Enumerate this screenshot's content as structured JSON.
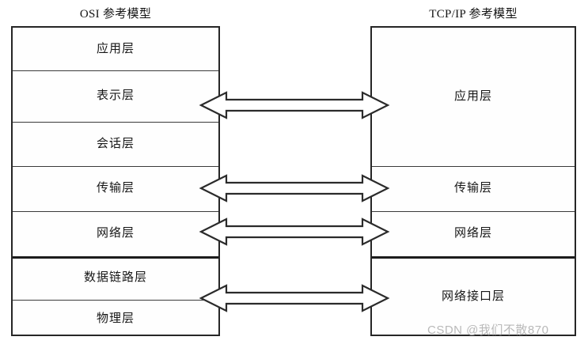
{
  "osi": {
    "title": "OSI 参考模型",
    "layers": [
      {
        "label": "应用层"
      },
      {
        "label": "表示层"
      },
      {
        "label": "会话层"
      },
      {
        "label": "传输层"
      },
      {
        "label": "网络层"
      },
      {
        "label": "数据链路层"
      },
      {
        "label": "物理层"
      }
    ]
  },
  "tcpip": {
    "title": "TCP/IP 参考模型",
    "layers": [
      {
        "label": "应用层"
      },
      {
        "label": "传输层"
      },
      {
        "label": "网络层"
      },
      {
        "label": "网络接口层"
      }
    ]
  },
  "connectors": [
    {
      "name": "application-mapping-arrow"
    },
    {
      "name": "transport-mapping-arrow"
    },
    {
      "name": "network-mapping-arrow"
    },
    {
      "name": "network-interface-mapping-arrow"
    }
  ],
  "watermark": {
    "text": "CSDN @我们不散870"
  },
  "colors": {
    "background": "#ffffff",
    "border": "#262626",
    "divider": "#3a3a3a",
    "text": "#171717",
    "watermark": "#b9b9b9"
  }
}
